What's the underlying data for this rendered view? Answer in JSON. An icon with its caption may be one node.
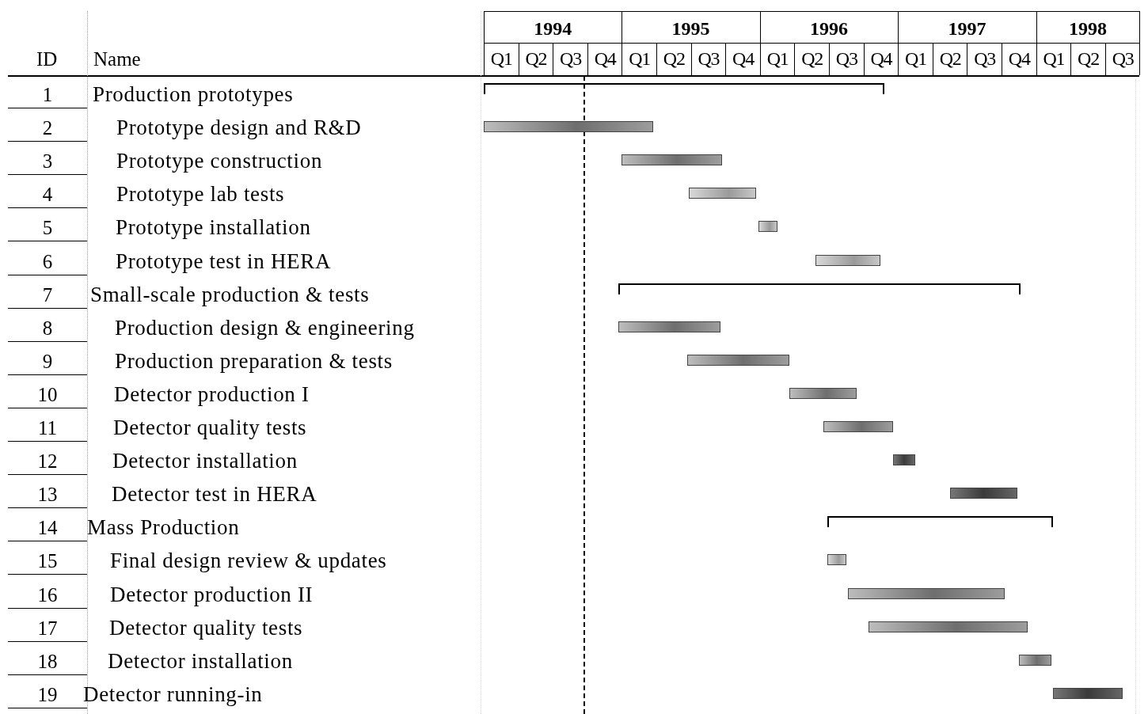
{
  "diagram": {
    "nodes": [
      {
        "text": [],
        "shape": "bracket"
      },
      {
        "text": [],
        "shape": "bar"
      },
      {
        "text": [],
        "shape": "bar"
      },
      {
        "text": [],
        "shape": "bar"
      },
      {
        "text": [],
        "shape": "bar"
      },
      {
        "text": [],
        "shape": "bar"
      },
      {
        "text": [],
        "shape": "bracket"
      },
      {
        "text": [],
        "shape": "bar"
      },
      {
        "text": [],
        "shape": "bar"
      },
      {
        "text": [],
        "shape": "bar"
      },
      {
        "text": [],
        "shape": "bar"
      },
      {
        "text": [],
        "shape": "bar"
      },
      {
        "text": [],
        "shape": "bar"
      },
      {
        "text": [],
        "shape": "bracket"
      },
      {
        "text": [],
        "shape": "bar"
      },
      {
        "text": [],
        "shape": "bar"
      },
      {
        "text": [],
        "shape": "bar"
      },
      {
        "text": [],
        "shape": "bar"
      },
      {
        "text": [],
        "shape": "bar"
      }
    ],
    "labels": [
      "1994",
      "1995",
      "1996",
      "1997",
      "1998",
      "ID",
      "Name",
      "Q1",
      "Q2",
      "Q3",
      "Q4",
      "Q1",
      "Q2",
      "Q3",
      "Q4",
      "Q1",
      "Q2",
      "Q3",
      "Q4",
      "Q1",
      "Q2",
      "Q3",
      "Q4",
      "Q1",
      "Q2",
      "Q3",
      "1",
      "Production prototypes",
      "2",
      "Prototype design and R&D",
      "3",
      "Prototype construction",
      "4",
      "Prototype lab tests",
      "5",
      "Prototype installation",
      "6",
      "Prototype test in HERA",
      "7",
      "Small-scale production & tests",
      "8",
      "Production design & engineering",
      "9",
      "Production preparation & tests",
      "10",
      "Detector production I",
      "11",
      "Detector quality tests",
      "12",
      "Detector installation",
      "13",
      "Detector test in HERA",
      "14",
      "Mass Production",
      "15",
      "Final design review & updates",
      "16",
      "Detector production II",
      "17",
      "Detector quality tests",
      "18",
      "Detector installation",
      "19",
      "Detector running-in"
    ]
  }
}
